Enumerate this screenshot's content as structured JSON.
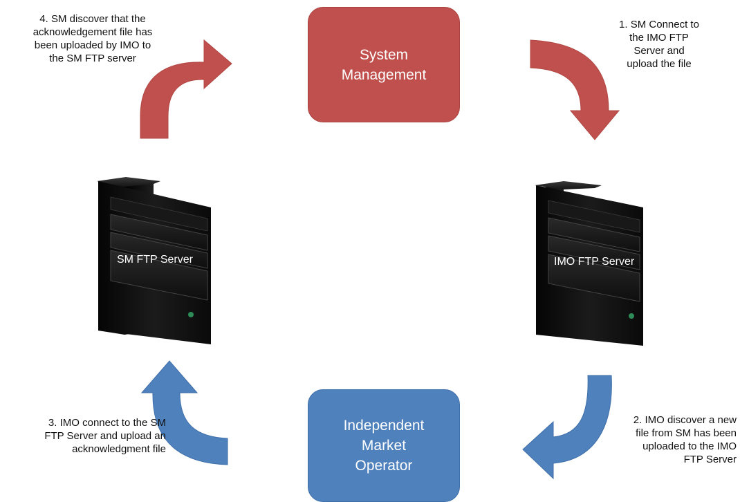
{
  "boxes": {
    "system_management": {
      "line1": "System",
      "line2": "Management"
    },
    "imo": {
      "line1": "Independent",
      "line2": "Market",
      "line3": "Operator"
    }
  },
  "servers": {
    "sm": "SM FTP Server",
    "imo": "IMO FTP Server"
  },
  "steps": {
    "step1": [
      "1. SM Connect to",
      "the IMO FTP",
      "Server and",
      "upload the file"
    ],
    "step2": [
      "2. IMO discover a new",
      "file from SM has been",
      "uploaded to the IMO",
      "FTP Server"
    ],
    "step3": [
      "3. IMO connect to the SM",
      "FTP Server and upload an",
      "acknowledgment file"
    ],
    "step4": [
      "4. SM discover that the",
      "acknowledgement file has",
      "been uploaded by IMO to",
      "the SM FTP server"
    ]
  },
  "colors": {
    "system_management": "#c0504d",
    "imo": "#4f81bd",
    "arrow_red": "#c0504d",
    "arrow_blue": "#4f81bd",
    "server_body": "#0d0d0d",
    "power_led": "#2e8b57"
  },
  "icons": [
    "server-icon",
    "curved-arrow-icon"
  ]
}
